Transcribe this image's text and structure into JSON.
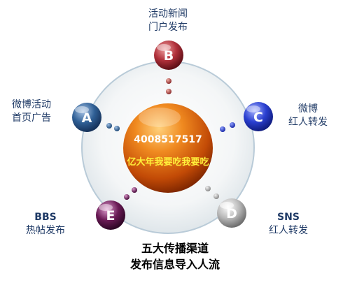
{
  "center": {
    "phone": "4008517517",
    "slogan": "亿大年我要吃我要吃"
  },
  "nodes": [
    {
      "id": "A",
      "letter": "A",
      "label_line1": "微博活动",
      "label_line2": "首页广告",
      "color": "#2f5f95"
    },
    {
      "id": "B",
      "letter": "B",
      "label_line1": "活动新闻",
      "label_line2": "门户发布",
      "color": "#b0303a"
    },
    {
      "id": "C",
      "letter": "C",
      "label_line1": "微博",
      "label_line2": "红人转发",
      "color": "#2a3fd0"
    },
    {
      "id": "D",
      "letter": "D",
      "label_line1": "SNS",
      "label_line2": "红人转发",
      "color": "#a8a8a8"
    },
    {
      "id": "E",
      "letter": "E",
      "label_line1": "BBS",
      "label_line2": "热帖发布",
      "color": "#6a1a55"
    }
  ],
  "caption": {
    "line1": "五大传播渠道",
    "line2": "发布信息导入人流"
  }
}
